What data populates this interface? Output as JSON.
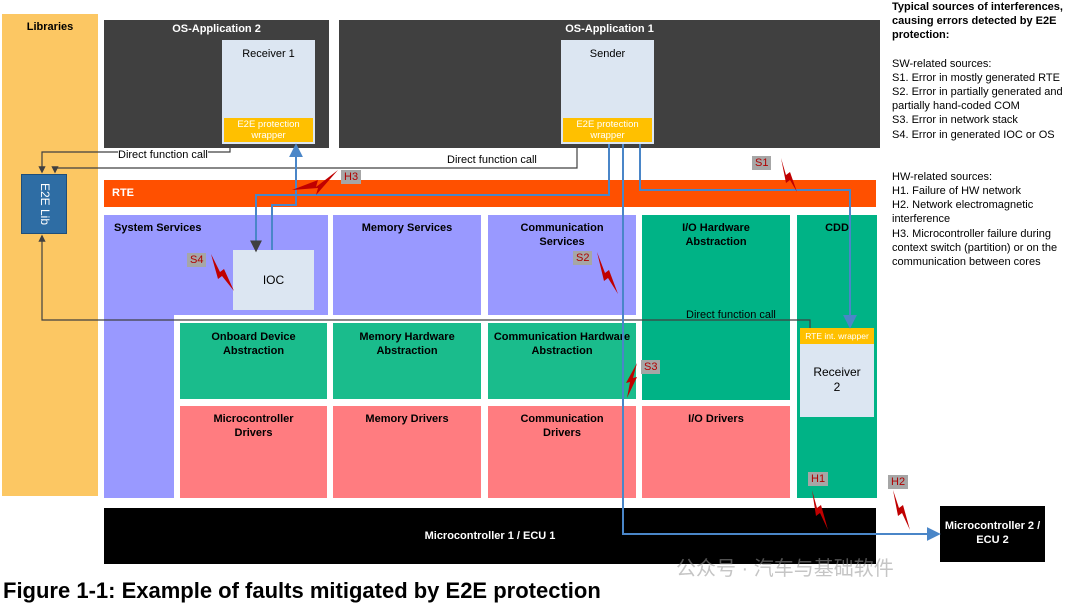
{
  "libraries": {
    "title": "Libraries"
  },
  "os_app2": {
    "title": "OS-Application 2",
    "receiver": "Receiver 1",
    "wrapper": "E2E protection wrapper"
  },
  "os_app1": {
    "title": "OS-Application 1",
    "sender": "Sender",
    "wrapper": "E2E protection wrapper"
  },
  "e2e_lib": "E2E Lib",
  "labels": {
    "direct_call_1": "Direct function call",
    "direct_call_2": "Direct function call",
    "direct_call_3": "Direct function call"
  },
  "rte": "RTE",
  "services": {
    "system": "System Services",
    "ioc": "IOC",
    "memory": "Memory Services",
    "communication": "Communication Services",
    "io_hw": "I/O Hardware Abstraction",
    "cdd": "CDD"
  },
  "abstraction": {
    "onboard": "Onboard Device Abstraction",
    "memory_hw": "Memory Hardware Abstraction",
    "comm_hw": "Communication Hardware Abstraction"
  },
  "drivers": {
    "micro": "Microcontroller Drivers",
    "memory": "Memory Drivers",
    "comm": "Communication Drivers",
    "io": "I/O Drivers"
  },
  "cdd_inner": {
    "wrapper": "RTE int. wrapper",
    "receiver": "Receiver 2"
  },
  "mcu1": "Microcontroller 1 / ECU 1",
  "mcu2": "Microcontroller 2 / ECU 2",
  "faults": {
    "s1": "S1",
    "s2": "S2",
    "s3": "S3",
    "s4": "S4",
    "h1": "H1",
    "h2": "H2",
    "h3": "H3"
  },
  "legend": {
    "title": "Typical sources of interferences, causing errors detected by E2E protection:",
    "sw_title": "SW-related sources:",
    "sw_items": [
      "S1. Error in mostly generated RTE",
      "S2. Error in partially generated and partially hand-coded COM",
      "S3. Error in network stack",
      "S4. Error in generated IOC or OS"
    ],
    "hw_title": "HW-related sources:",
    "hw_items": [
      "H1. Failure of HW network",
      "H2. Network electromagnetic interference",
      "H3. Microcontroller failure during context switch (partition) or on the communication between cores"
    ]
  },
  "caption": "Figure 1-1: Example of faults mitigated by E2E protection",
  "watermark": "公众号 · 汽车与基础软件",
  "colors": {
    "libraries": "#fcc763",
    "os_app": "#404040",
    "receiver_box": "#dce6f2",
    "wrapper": "#ffc000",
    "rte": "#ff5000",
    "services": "#9999ff",
    "io_hw": "#00b386",
    "abstraction": "#1abc8c",
    "drivers": "#ff7c80",
    "e2e_lib": "#2e6da4",
    "arrow": "#4a86c8",
    "bolt": "#c00000",
    "mcu": "#000000"
  }
}
